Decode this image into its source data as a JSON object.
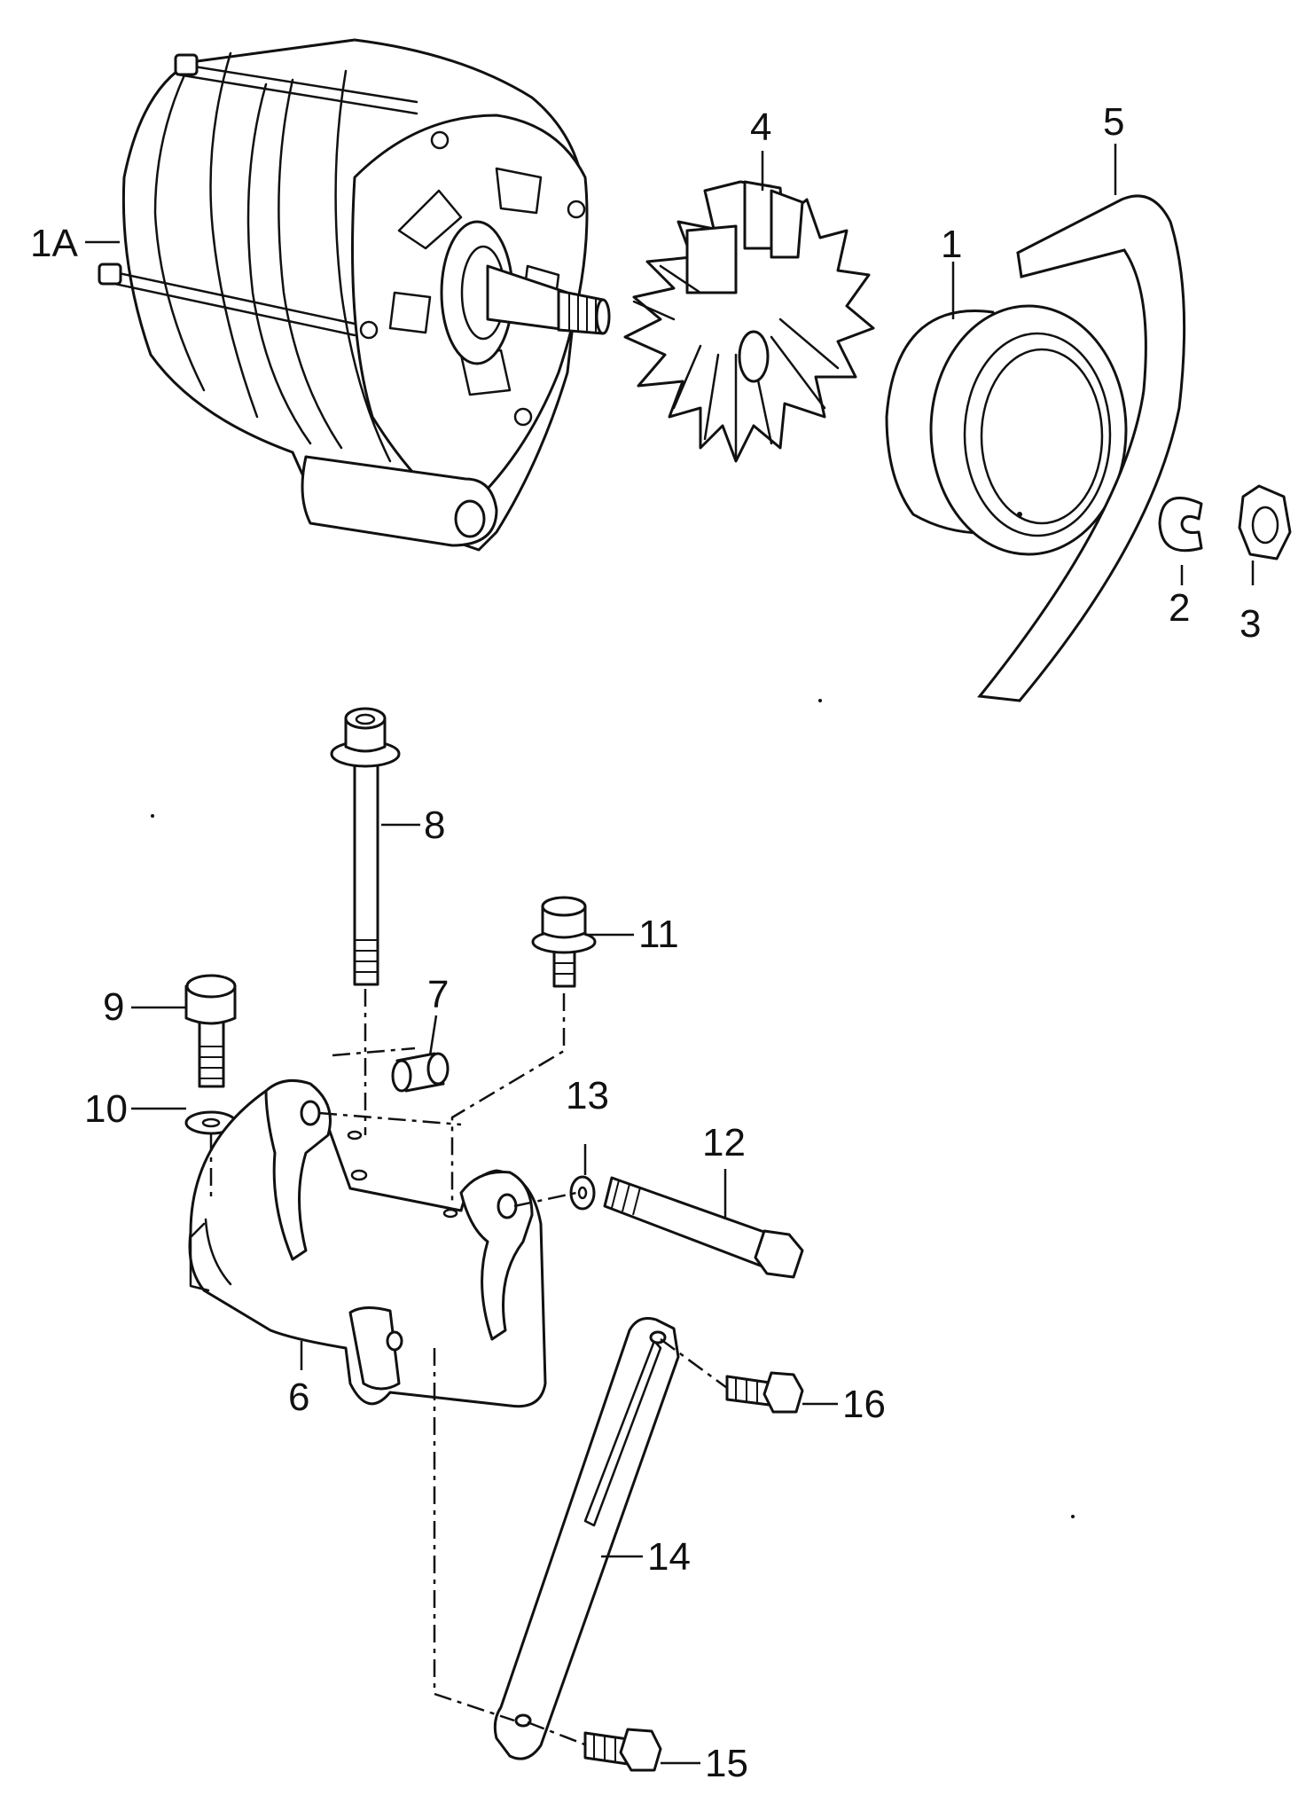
{
  "callouts": {
    "c1A": "1A",
    "c1": "1",
    "c2": "2",
    "c3": "3",
    "c4": "4",
    "c5": "5",
    "c6": "6",
    "c7": "7",
    "c8": "8",
    "c9": "9",
    "c10": "10",
    "c11": "11",
    "c12": "12",
    "c13": "13",
    "c14": "14",
    "c15": "15",
    "c16": "16"
  },
  "colors": {
    "line": "#111111",
    "background": "#ffffff"
  }
}
